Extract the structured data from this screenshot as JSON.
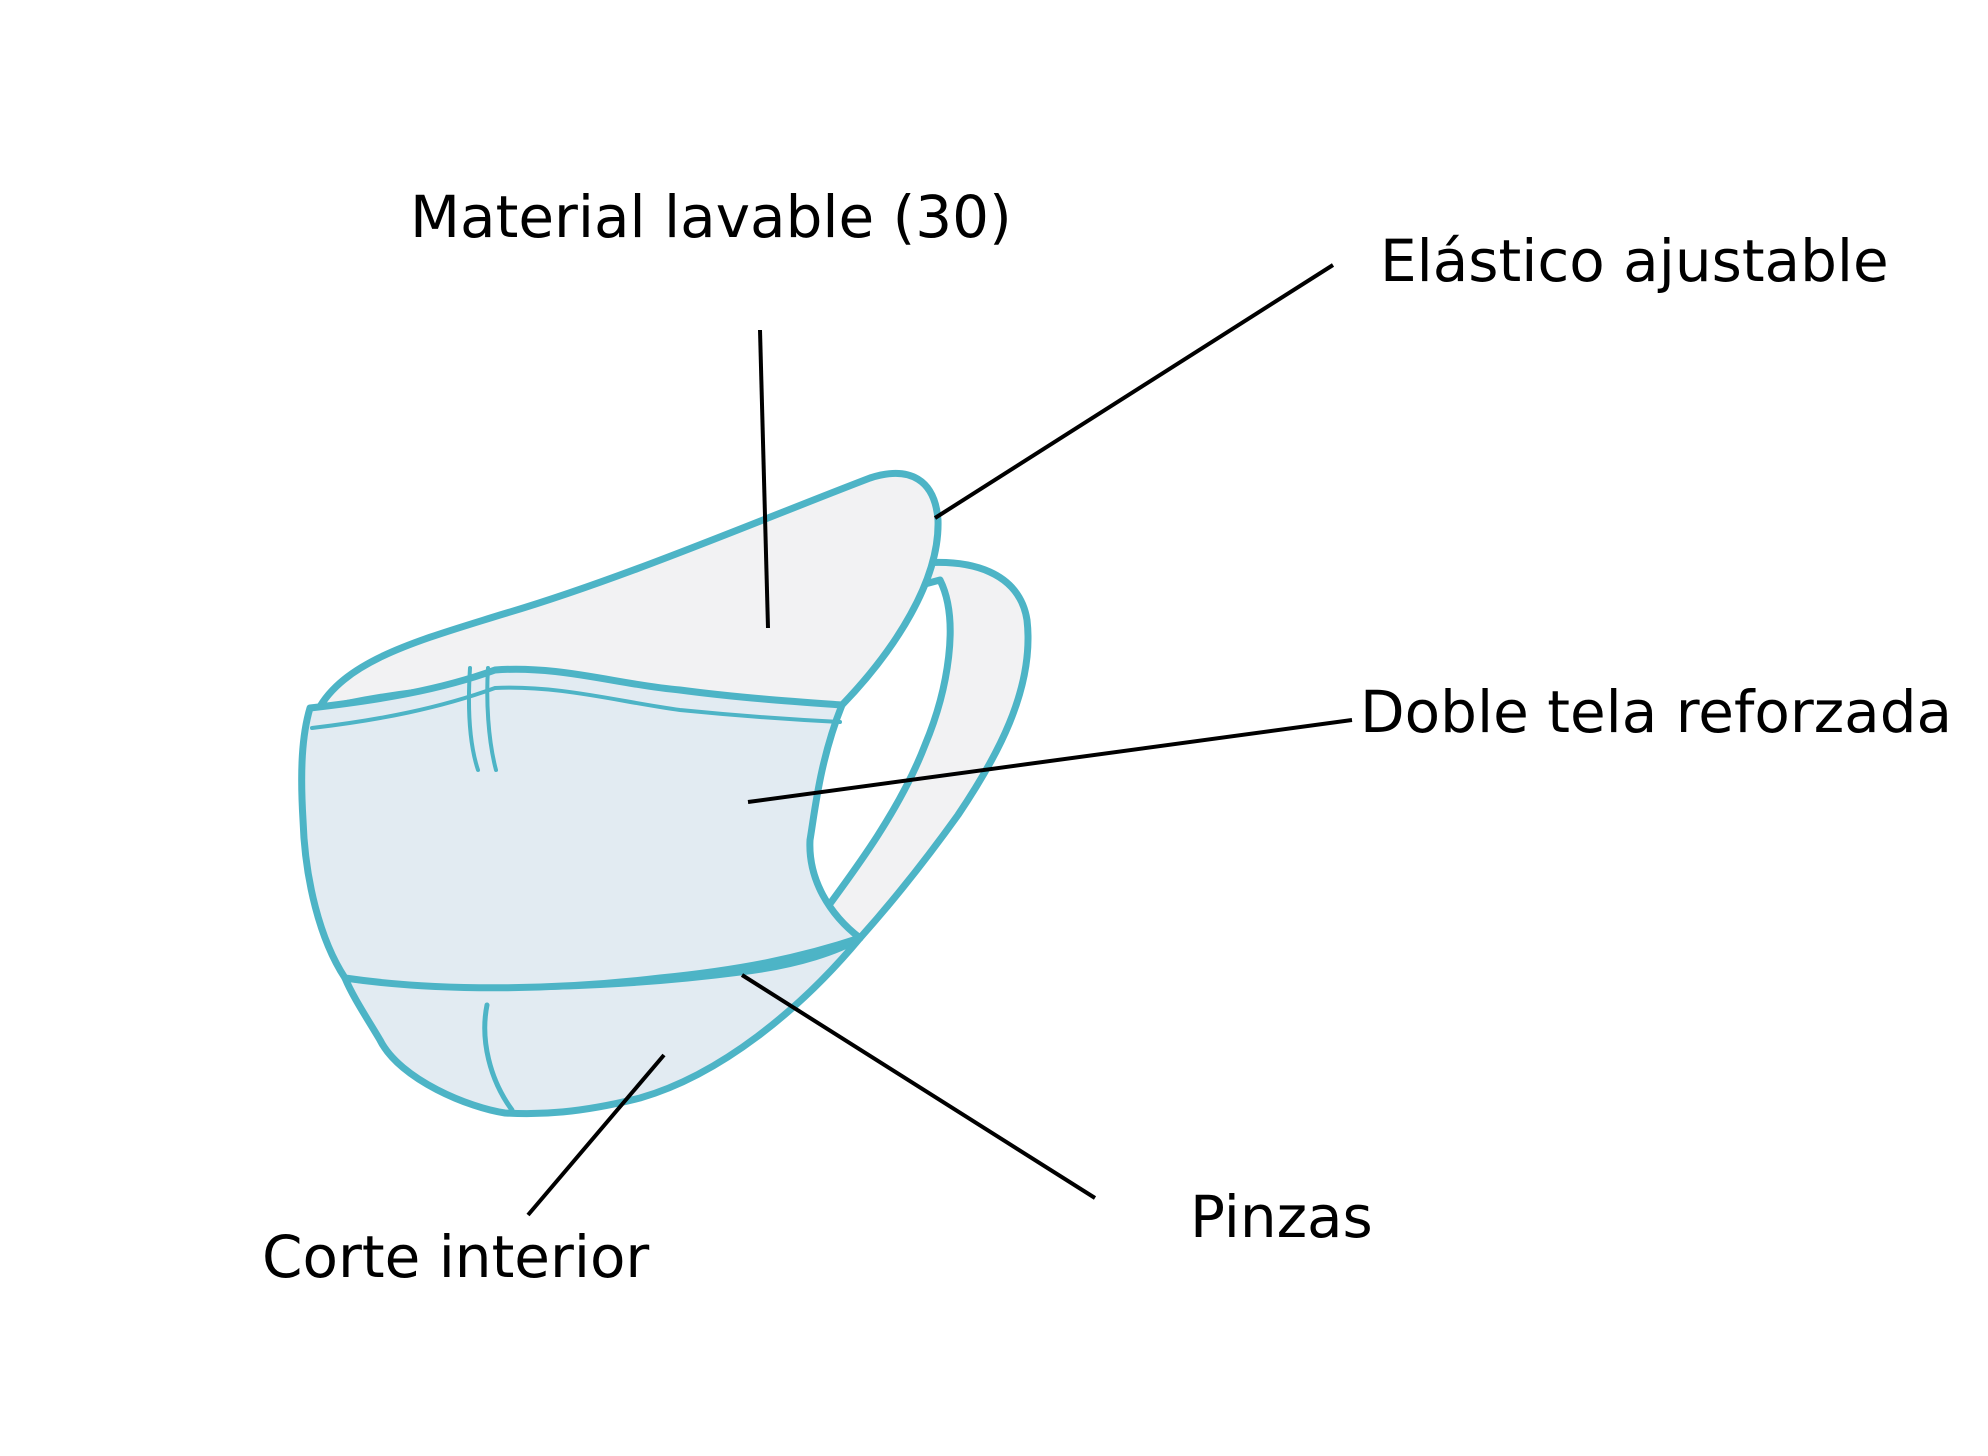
{
  "colors": {
    "outline": "#4db4c6",
    "fill_back": "#f2f2f3",
    "fill_front": "#e2ebf2",
    "leader": "#000000",
    "text": "#000000"
  },
  "labels": {
    "material": "Material lavable (30)",
    "elastico": "Elástico ajustable",
    "doble": "Doble tela reforzada",
    "pinzas": "Pinzas",
    "corte": "Corte interior"
  }
}
